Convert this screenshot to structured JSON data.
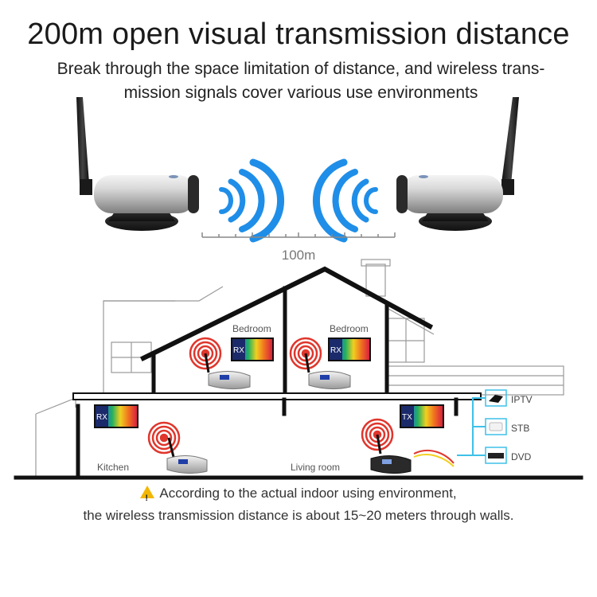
{
  "title": "200m open visual transmission distance",
  "subtitle": {
    "line1": "Break through the space limitation of distance, and wireless trans-",
    "line2": "mission signals cover various use environments"
  },
  "distance_label": "100m",
  "rooms": {
    "bedroom_left": "Bedroom",
    "bedroom_right": "Bedroom",
    "kitchen": "Kitchen",
    "living_room": "Living room"
  },
  "tv_tags": {
    "rx": "RX",
    "tx": "TX"
  },
  "sources": [
    "IPTV",
    "STB",
    "DVD"
  ],
  "note": {
    "warning_icon": "warning-icon",
    "line1": "According to the actual indoor using environment,",
    "line2": "the wireless transmission distance is about 15~20 meters through walls."
  },
  "colors": {
    "signal_blue": "#1f8ee8",
    "signal_red": "#e0362c",
    "warning_yellow": "#f2b705",
    "cable_cyan": "#3fc1e8"
  }
}
